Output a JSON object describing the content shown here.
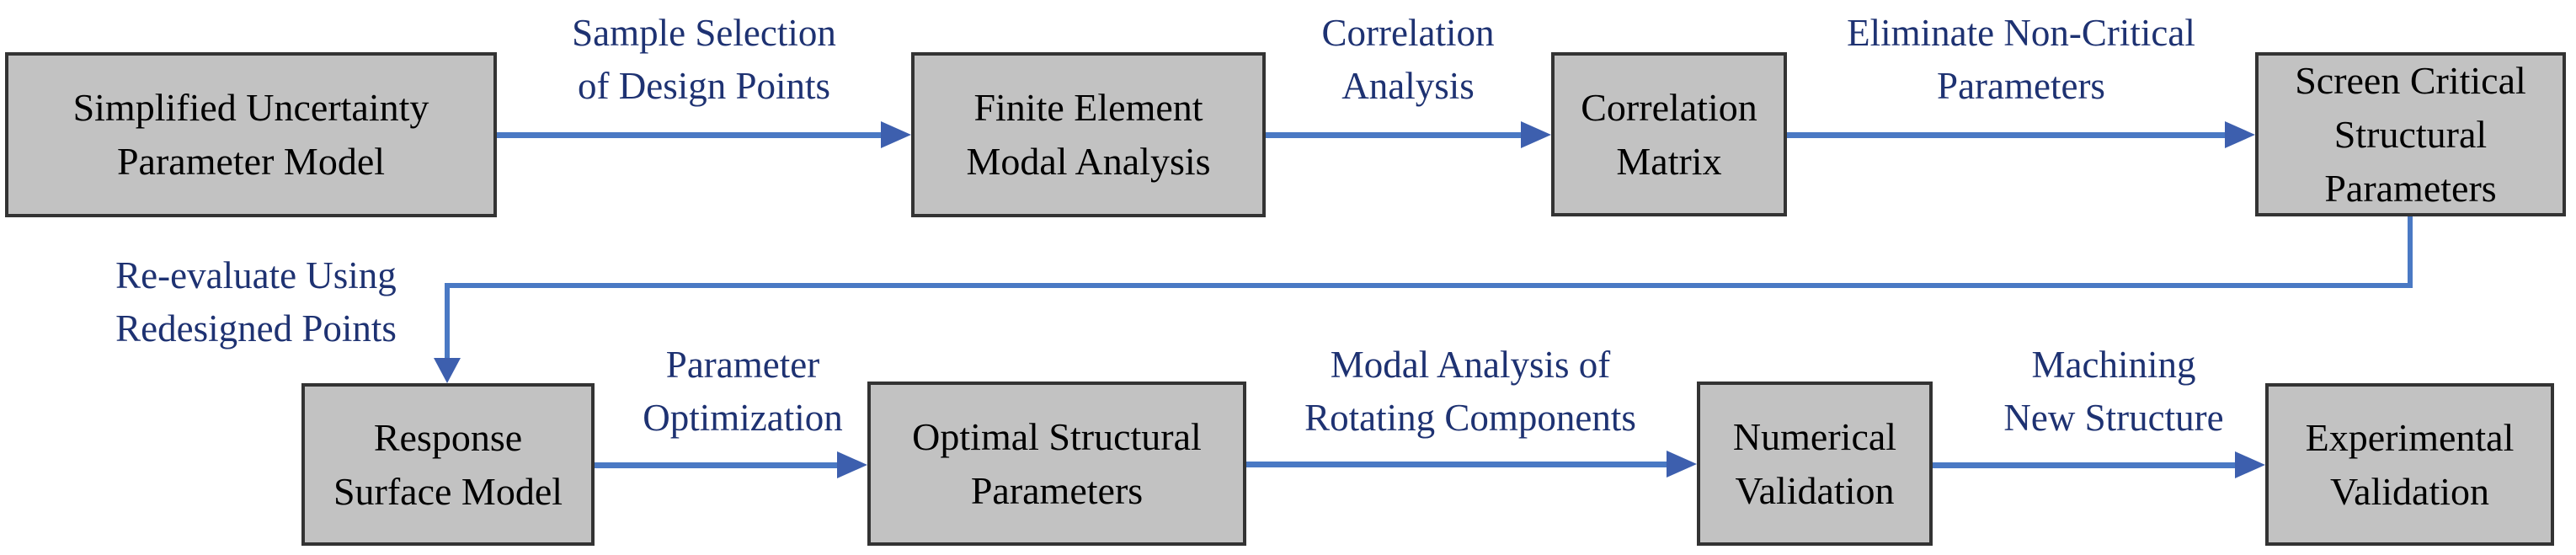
{
  "diagram": {
    "boxes": [
      {
        "label": "Simplified Uncertainty\nParameter Model"
      },
      {
        "label": "Finite Element\nModal Analysis"
      },
      {
        "label": "Correlation\nMatrix"
      },
      {
        "label": "Screen Critical\nStructural\nParameters"
      },
      {
        "label": "Response\nSurface Model"
      },
      {
        "label": "Optimal Structural\nParameters"
      },
      {
        "label": "Numerical\nValidation"
      },
      {
        "label": "Experimental\nValidation"
      }
    ],
    "edge_labels": [
      {
        "text": "Sample Selection\nof Design Points"
      },
      {
        "text": "Correlation\nAnalysis"
      },
      {
        "text": "Eliminate Non-Critical\nParameters"
      },
      {
        "text": "Re-evaluate Using\nRedesigned Points"
      },
      {
        "text": "Parameter\nOptimization"
      },
      {
        "text": "Modal Analysis of\nRotating Components"
      },
      {
        "text": "Machining\nNew Structure"
      }
    ],
    "colors": {
      "box_fill": "#c2c2c2",
      "box_border": "#333333",
      "arrow": "#4a79c4",
      "arrow_head": "#3d5fae",
      "label_text": "#1e3272",
      "box_text": "#000000",
      "background": "#ffffff"
    }
  }
}
